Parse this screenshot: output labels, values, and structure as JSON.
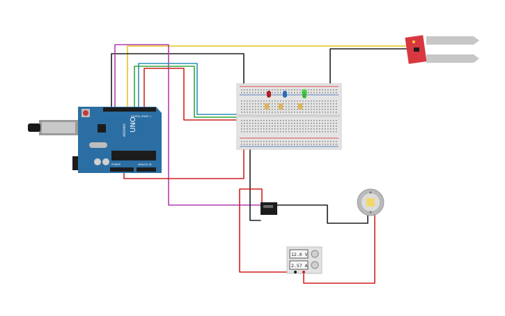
{
  "colors": {
    "board": "#2b6ea3",
    "breadboard": "#e4e4e4",
    "sensor": "#d9373f",
    "wire_black": "#1e1e1e",
    "wire_red": "#d21f1f",
    "wire_yellow": "#e6c419",
    "wire_magenta": "#b33ab2",
    "wire_green": "#2ea63a",
    "wire_blue": "#2e8fb5",
    "led_red": "#b41c1c",
    "led_blue": "#2a6bb8",
    "led_green": "#4ed24a"
  },
  "arduino": {
    "brand": "ARDUINO",
    "model": "UNO",
    "digital_label": "DIGITAL (PWM~)",
    "power_label": "POWER",
    "analog_label": "ANALOG IN"
  },
  "power_supply": {
    "voltage": "12.0 V",
    "current": "2.57 A"
  },
  "relay": {
    "icon": "relay-module"
  },
  "lamp": {
    "icon": "light-bulb"
  },
  "moisture_sensor": {
    "icon": "soil-moisture-sensor"
  }
}
